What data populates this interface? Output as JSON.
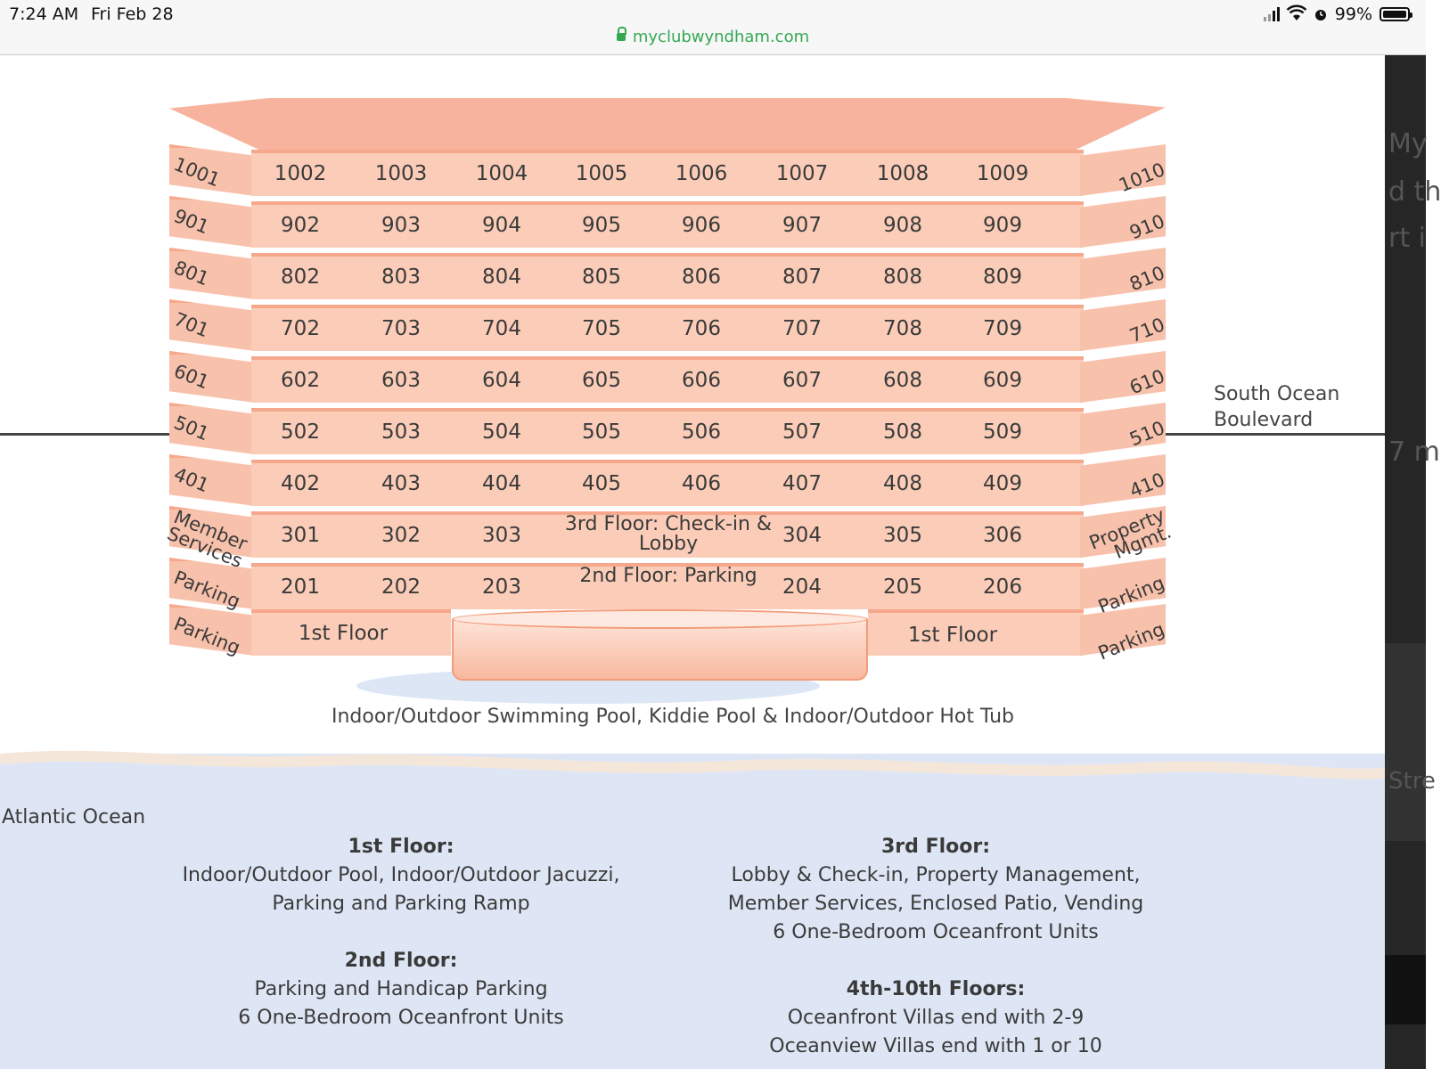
{
  "status_bar": {
    "time": "7:24 AM",
    "date": "Fri Feb 28",
    "battery": "99%",
    "url": "myclubwyndham.com",
    "icons": [
      "signal-icon",
      "wifi-icon",
      "alarm-icon",
      "battery-icon"
    ]
  },
  "diagram": {
    "street": "South Ocean Boulevard",
    "floors": [
      {
        "left": "1001",
        "right": "1010",
        "units": [
          "1002",
          "1003",
          "1004",
          "1005",
          "1006",
          "1007",
          "1008",
          "1009"
        ]
      },
      {
        "left": "901",
        "right": "910",
        "units": [
          "902",
          "903",
          "904",
          "905",
          "906",
          "907",
          "908",
          "909"
        ]
      },
      {
        "left": "801",
        "right": "810",
        "units": [
          "802",
          "803",
          "804",
          "805",
          "806",
          "807",
          "808",
          "809"
        ]
      },
      {
        "left": "701",
        "right": "710",
        "units": [
          "702",
          "703",
          "704",
          "705",
          "706",
          "707",
          "708",
          "709"
        ]
      },
      {
        "left": "601",
        "right": "610",
        "units": [
          "602",
          "603",
          "604",
          "605",
          "606",
          "607",
          "608",
          "609"
        ]
      },
      {
        "left": "501",
        "right": "510",
        "units": [
          "502",
          "503",
          "504",
          "505",
          "506",
          "507",
          "508",
          "509"
        ]
      },
      {
        "left": "401",
        "right": "410",
        "units": [
          "402",
          "403",
          "404",
          "405",
          "406",
          "407",
          "408",
          "409"
        ]
      },
      {
        "left": "Member Services",
        "right": "Property Mgmt.",
        "units": [
          "301",
          "302",
          "303",
          "",
          "",
          "304",
          "305",
          "306"
        ],
        "mid": "3rd Floor: Check-in & Lobby"
      },
      {
        "left": "Parking",
        "right": "Parking",
        "units": [
          "201",
          "202",
          "203",
          "",
          "",
          "204",
          "205",
          "206"
        ],
        "mid": "2nd Floor: Parking"
      }
    ],
    "ground": {
      "left": "Parking",
      "right": "Parking",
      "left_label": "1st Floor",
      "right_label": "1st Floor"
    },
    "pool_caption": "Indoor/Outdoor Swimming Pool, Kiddie Pool & Indoor/Outdoor Hot Tub"
  },
  "ocean": {
    "label": "Atlantic Ocean",
    "legend_left": [
      {
        "heading": "1st Floor:",
        "lines": [
          "Indoor/Outdoor Pool, Indoor/Outdoor Jacuzzi,",
          "Parking and Parking Ramp"
        ]
      },
      {
        "heading": "2nd Floor:",
        "lines": [
          "Parking and Handicap Parking",
          "6 One-Bedroom Oceanfront Units"
        ]
      }
    ],
    "legend_right": [
      {
        "heading": "3rd Floor:",
        "lines": [
          "Lobby & Check-in, Property Management,",
          "Member Services, Enclosed Patio, Vending",
          "6 One-Bedroom Oceanfront Units"
        ]
      },
      {
        "heading": "4th-10th Floors:",
        "lines": [
          "Oceanfront Villas end with 2-9",
          "Oceanview Villas end with 1 or 10"
        ]
      }
    ]
  },
  "background_page": {
    "fragments": [
      "My",
      "d th",
      "rt i",
      "7 m",
      "Stre"
    ]
  },
  "colors": {
    "url_green": "#34a853",
    "building_light": "#fbcdb8",
    "building_dark": "#f6a88c",
    "ocean": "#dee6f5"
  }
}
